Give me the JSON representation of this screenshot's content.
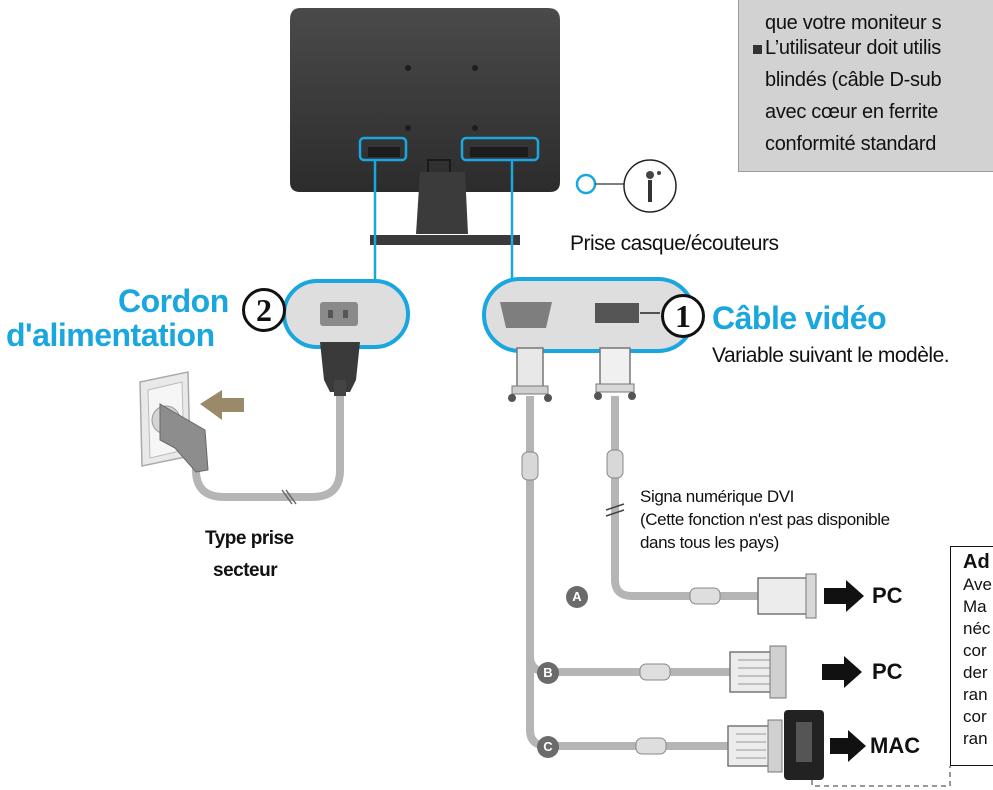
{
  "note": {
    "lines": [
      "que votre moniteur s",
      "L’utilisateur doit utilis",
      "blindés (câble D-sub",
      "avec cœur en ferrite",
      "conformité standard"
    ]
  },
  "labels": {
    "headphone_jack": "Prise casque/écouteurs",
    "power_cord_line1": "Cordon",
    "power_cord_line2": "d'alimentation",
    "video_cable": "Câble vidéo",
    "video_cable_note": "Variable suivant le modèle.",
    "outlet_type_line1": "Type prise",
    "outlet_type_line2": "secteur",
    "dvi_line1": "Signa numérique  DVI",
    "dvi_line2": "(Cette fonction n'est pas disponible",
    "dvi_line3": "dans tous les pays)"
  },
  "callouts": {
    "power": "2",
    "video": "1"
  },
  "connectors": [
    {
      "letter": "A",
      "target": "PC"
    },
    {
      "letter": "B",
      "target": "PC"
    },
    {
      "letter": "C",
      "target": "MAC"
    }
  ],
  "adapter_box": {
    "title": "Ad",
    "lines": [
      "Ave",
      "Ma",
      "néc",
      "cor",
      "der",
      "ran",
      "cor",
      "ran"
    ]
  },
  "colors": {
    "accent": "#1aa6df",
    "cable": "#b5b5b5",
    "monitor": "#3a3a3a",
    "callout_bg": "#e0e0e0"
  }
}
